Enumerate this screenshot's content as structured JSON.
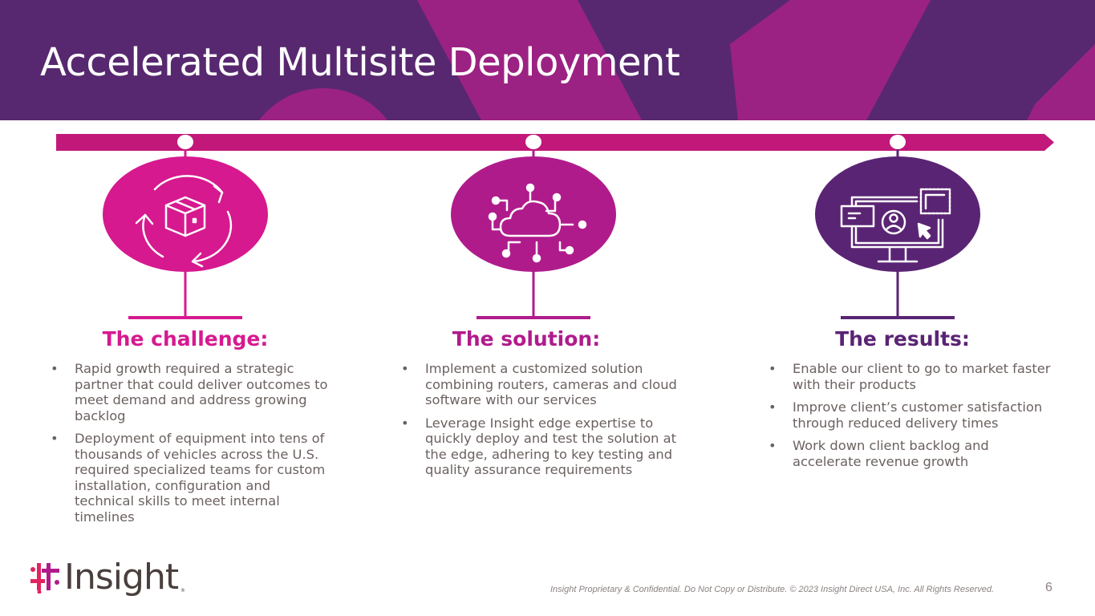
{
  "slide": {
    "title": "Accelerated Multisite Deployment",
    "page_number": "6",
    "footer": "Insight Proprietary & Confidential. Do Not Copy or Distribute. © 2023 Insight Direct USA, Inc. All Rights Reserved.",
    "logo_text": "Insight",
    "logo_reg": "®"
  },
  "colors": {
    "header_purple": "#57286f",
    "accent_magenta": "#c1187a",
    "challenge_pink": "#d6198f",
    "solution_purple": "#b01b8c",
    "results_purple": "#5a2474",
    "body_text": "#6b615f"
  },
  "columns": [
    {
      "heading": "The challenge:",
      "icon": "box-cycle-icon",
      "bullets": [
        "Rapid growth required a strategic partner that could deliver outcomes to meet demand and address growing backlog",
        "Deployment of equipment into tens of thousands of vehicles across the U.S. required specialized teams for custom installation, configuration and technical skills to meet internal timelines"
      ]
    },
    {
      "heading": "The solution:",
      "icon": "cloud-network-icon",
      "bullets": [
        "Implement a customized solution combining routers, cameras and cloud software with our services",
        "Leverage Insight edge expertise to quickly deploy and test the solution at the edge, adhering to key testing and quality assurance requirements"
      ]
    },
    {
      "heading": "The results:",
      "icon": "monitor-user-icon",
      "bullets": [
        "Enable our client to go to market faster with their products",
        "Improve client’s customer satisfaction through reduced delivery times",
        "Work down client backlog and accelerate revenue growth"
      ]
    }
  ]
}
